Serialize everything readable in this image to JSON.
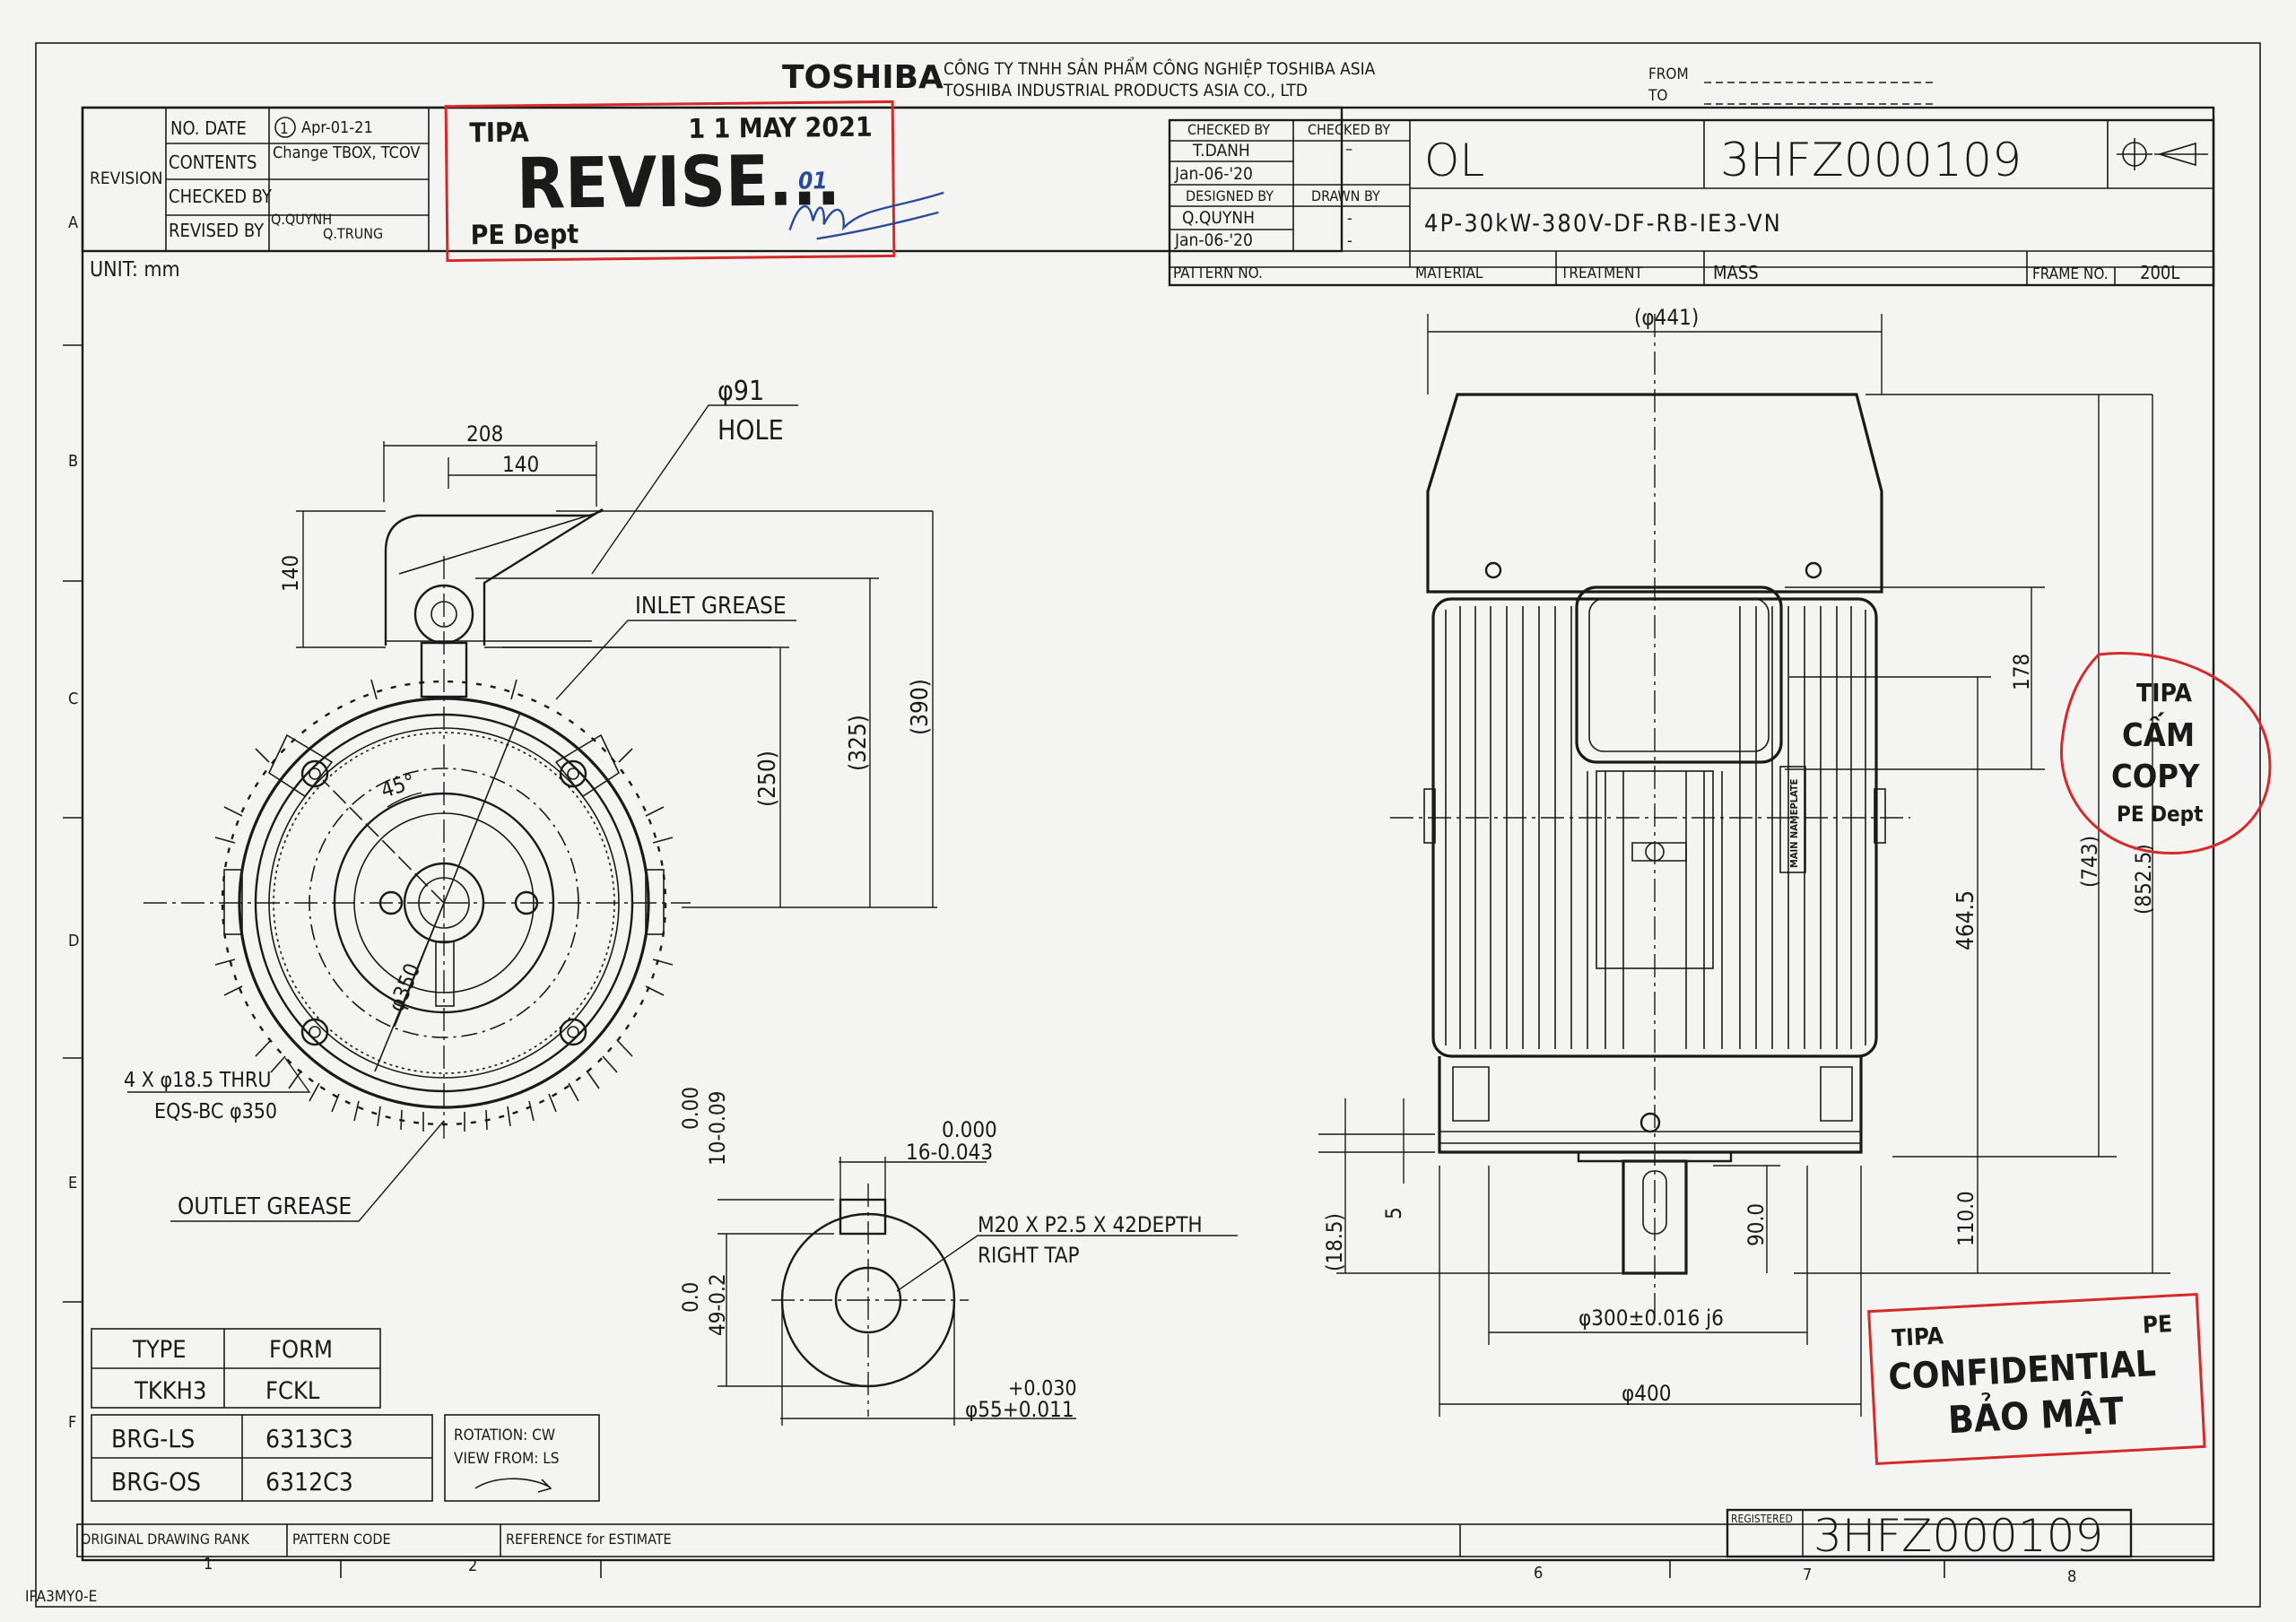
{
  "header": {
    "logo": "TOSHIBA",
    "company_vn": "CÔNG TY TNHH SẢN PHẨM CÔNG NGHIỆP TOSHIBA ASIA",
    "company_en": "TOSHIBA INDUSTRIAL PRODUCTS ASIA CO., LTD",
    "from_label": "FROM",
    "to_label": "TO"
  },
  "revision": {
    "side_label": "REVISION",
    "row_no_date": "NO. DATE",
    "row_contents": "CONTENTS",
    "row_checked_by": "CHECKED BY",
    "row_revised_by": "REVISED BY",
    "rev_no": "1",
    "rev_date": "Apr-01-21",
    "rev_contents": "Change TBOX, TCOV",
    "rev_checked": "Q.QUYNH",
    "rev_revised": "Q.TRUNG",
    "zone_letter": "A"
  },
  "unit": "UNIT: mm",
  "title_block": {
    "checked_by_1": "CHECKED BY",
    "checked_by_2": "CHECKED BY",
    "checker": "T.DANH",
    "checker_dash": "–",
    "check_date": "Jan-06-'20",
    "designed_by": "DESIGNED BY",
    "drawn_by": "DRAWN BY",
    "designer": "Q.QUYNH",
    "drawer_dash": "-",
    "design_date": "Jan-06-'20",
    "date_dash": "-",
    "pattern_no": "PATTERN NO.",
    "doc_type": "OL",
    "drawing_no": "3HFZ000109",
    "description": "4P-30kW-380V-DF-RB-IE3-VN",
    "material": "MATERIAL",
    "treatment": "TREATMENT",
    "mass": "MASS",
    "frame_no_label": "FRAME NO.",
    "frame_no": "200L"
  },
  "stamps": {
    "revise_top_left": "TIPA",
    "revise_date": "1 1 MAY 2021",
    "revise_word": "REVISE...",
    "revise_dept": "PE Dept",
    "revise_no": "01",
    "copy_l1": "TIPA",
    "copy_l2": "CẤM",
    "copy_l3": "COPY",
    "copy_l4": "PE Dept",
    "conf_l1": "TIPA",
    "conf_pe": "PE",
    "conf_l2": "CONFIDENTIAL",
    "conf_l3": "BẢO MẬT"
  },
  "front_view": {
    "hole_dia": "φ91",
    "hole_label": "HOLE",
    "dim_208": "208",
    "dim_140h": "140",
    "dim_140v": "140",
    "inlet_grease": "INLET GREASE",
    "dim_250": "(250)",
    "dim_325": "(325)",
    "dim_390": "(390)",
    "angle": "45°",
    "pcd": "φ350",
    "holes_note": "4 X φ18.5  THRU",
    "holes_note2": "EQS-BC φ350",
    "outlet_grease": "OUTLET GREASE"
  },
  "shaft_section": {
    "tol_key_upper": "0.000",
    "tol_key_lower": "16-0.043",
    "key_height_tol_a": "0.00",
    "key_height_tol_b": "10-0.09",
    "depth_tol_a": "0.0",
    "depth_tol_b": "49-0.2",
    "tap": "M20 X P2.5 X 42DEPTH",
    "tap2": "RIGHT TAP",
    "shaft_tol_upper": "+0.030",
    "shaft_dia": "φ55+0.011"
  },
  "side_view": {
    "dim_441": "(φ441)",
    "dim_178": "178",
    "dim_4645": "464.5",
    "dim_743": "(743)",
    "dim_8525": "(852.5)",
    "dim_5": "5",
    "dim_185": "(18.5)",
    "dim_90": "90.0",
    "dim_110": "110.0",
    "spigot": "φ300±0.016 j6",
    "flange_dia": "φ400",
    "nameplate": "MAIN NAMEPLATE"
  },
  "spec_table": {
    "type_label": "TYPE",
    "type_val": "TKKH3",
    "form_label": "FORM",
    "form_val": "FCKL",
    "brg_ls_label": "BRG-LS",
    "brg_ls_val": "6313C3",
    "brg_os_label": "BRG-OS",
    "brg_os_val": "6312C3",
    "rotation": "ROTATION: CW",
    "view_from": "VIEW FROM: LS"
  },
  "footer": {
    "orig_rank": "ORIGINAL DRAWING RANK",
    "pattern_code": "PATTERN CODE",
    "reference": "REFERENCE for ESTIMATE",
    "registered": "REGISTERED",
    "reg_no": "3HFZ000109",
    "form_code": "IPA3MY0-E"
  },
  "zones": {
    "rows": [
      "A",
      "B",
      "C",
      "D",
      "E",
      "F"
    ],
    "cols": [
      "1",
      "2",
      "6",
      "7",
      "8"
    ]
  }
}
